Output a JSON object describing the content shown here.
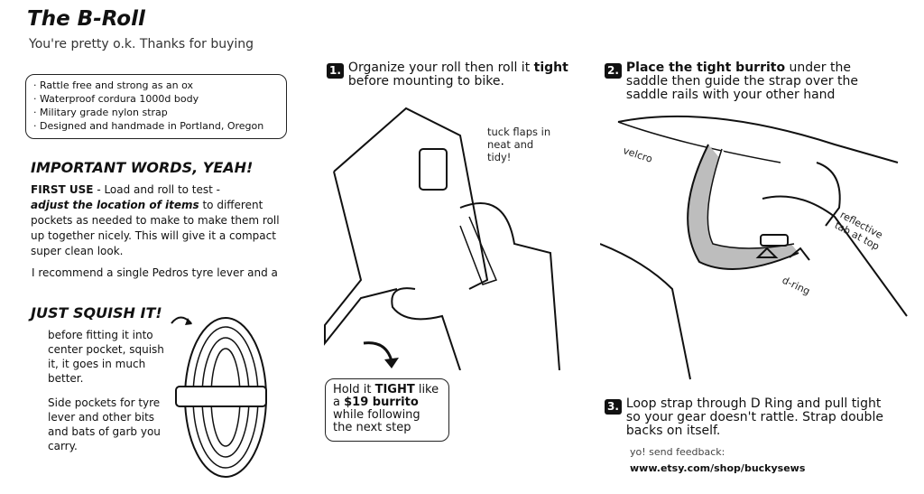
{
  "header": {
    "title": "The B-Roll",
    "subtitle": "You're pretty o.k. Thanks for buying"
  },
  "features": [
    "· Rattle free and strong as an ox",
    "· Waterproof cordura 1000d body",
    "· Military grade nylon strap",
    "· Designed and handmade in Portland, Oregon"
  ],
  "important": {
    "heading": "IMPORTANT WORDS, YEAH!",
    "first_use_label": "FIRST USE",
    "first_use_text": " - Load and roll to test -",
    "adjust_em": "adjust the location of items",
    "adjust_rest": " to different pockets as needed to make to make them roll up together nicely. This will give it a compact super clean look.",
    "recommend": "I recommend a single Pedros tyre lever and a"
  },
  "squish": {
    "heading": "JUST SQUISH IT!",
    "text1": "before fitting it into center pocket,  squish it, it goes in much better.",
    "text2": "Side pockets for tyre lever and other bits and bats of garb you carry."
  },
  "step1": {
    "num": "1.",
    "text": "Organize your roll then roll it ",
    "bold": "tight",
    "text2": "before mounting to bike.",
    "note": "tuck flaps in neat and tidy!"
  },
  "callout": {
    "t1": "Hold it ",
    "b1": "TIGHT",
    "t2": " like a ",
    "b2": "$19 burrito",
    "t3": " while following the next step"
  },
  "step2": {
    "num": "2.",
    "bold": "Place the tight burrito",
    "text": " under the saddle then guide the strap over the saddle rails with your other hand",
    "labels": {
      "velcro": "velcro",
      "reflective": "reflective tab at top",
      "dring": "d-ring"
    }
  },
  "step3": {
    "num": "3.",
    "text": "Loop strap through D Ring and pull tight so your gear doesn't rattle. Strap double backs on itself."
  },
  "feedback": {
    "label": "yo! send feedback:",
    "url": "www.etsy.com/shop/buckysews"
  }
}
